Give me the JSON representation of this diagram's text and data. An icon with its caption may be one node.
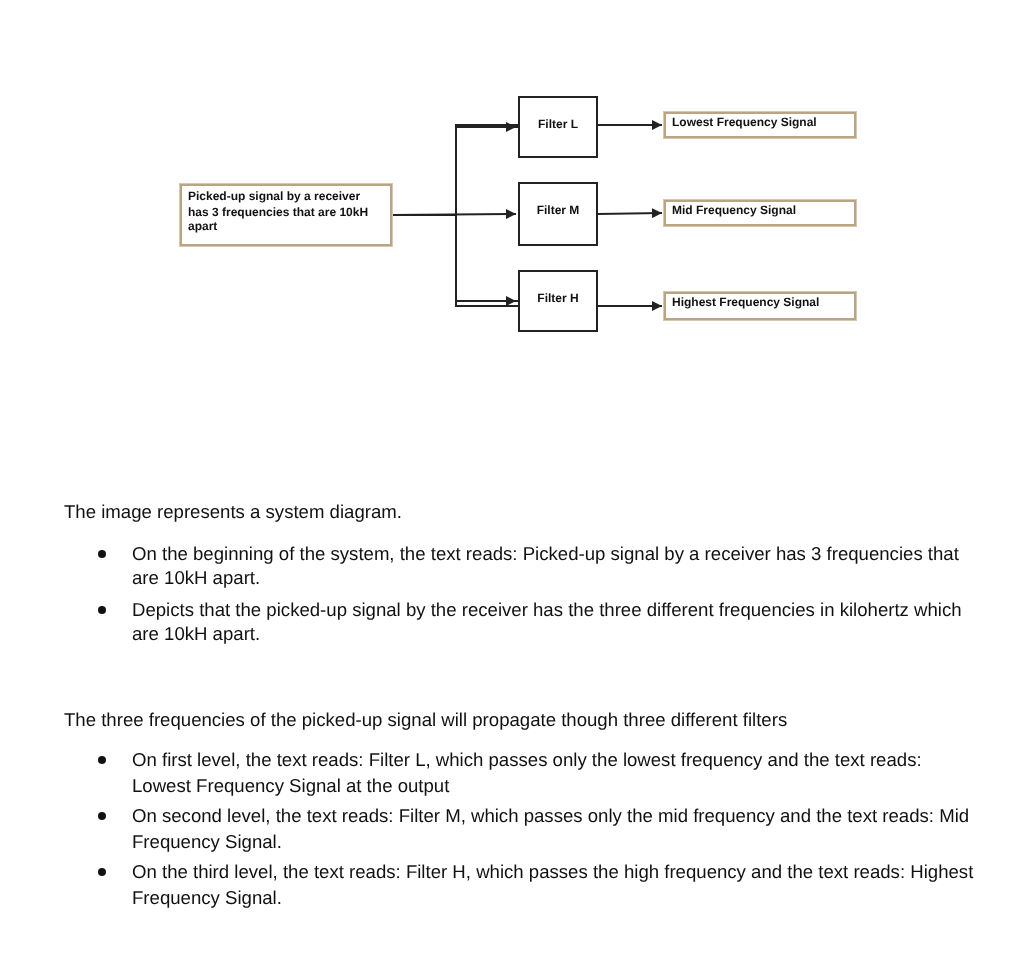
{
  "diagram": {
    "nodes": [
      {
        "text": [
          "Picked-up signal by a receiver has 3 frequencies that are 10kH apart"
        ]
      },
      {
        "text": [
          "Filter L"
        ]
      },
      {
        "text": [
          "Filter M"
        ]
      },
      {
        "text": [
          "Filter H"
        ]
      },
      {
        "text": [
          "Lowest Frequency Signal"
        ]
      },
      {
        "text": [
          "Mid Frequency Signal"
        ]
      },
      {
        "text": [
          "Highest Frequency Signal"
        ]
      }
    ],
    "edges": [
      {
        "from": 0,
        "to": 1,
        "arrow": "to"
      },
      {
        "from": 0,
        "to": 2,
        "arrow": "to"
      },
      {
        "from": 0,
        "to": 3,
        "arrow": "to"
      },
      {
        "from": 1,
        "to": 4,
        "arrow": "to"
      },
      {
        "from": 2,
        "to": 5,
        "arrow": "to"
      },
      {
        "from": 3,
        "to": 6,
        "arrow": "to"
      }
    ],
    "labels": [
      "The image represents a system diagram.",
      "On the beginning of the system, the text reads: Picked-up signal by a receiver has 3 frequencies that are 10kH apart.",
      "Depicts that the picked-up signal by the receiver has the three different frequencies in kilohertz which are 10kH apart.",
      "The three frequencies of the picked-up signal will propagate though three different filters",
      "On first level, the text reads: Filter L, which passes only the lowest frequency and the text reads: Lowest Frequency Signal at the output",
      "On second level, the text reads: Filter M, which passes only the mid frequency and the text reads: Mid Frequency Signal.",
      "On the third level, the text reads: Filter H, which passes the high frequency and the text reads: Highest Frequency Signal."
    ]
  }
}
